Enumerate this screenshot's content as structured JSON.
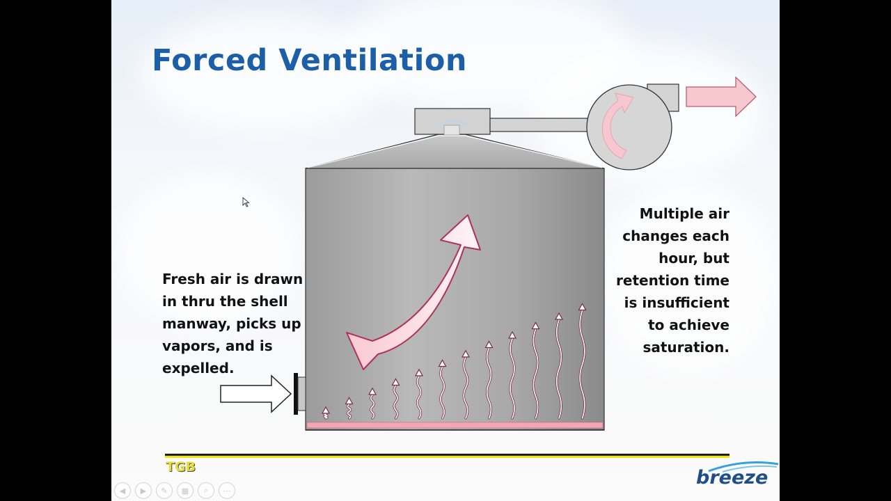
{
  "slide": {
    "title": "Forced Ventilation",
    "left_caption": "Fresh air is drawn\nin thru the shell\nmanway, picks up\nvapors, and is\nexpelled.",
    "right_caption": "Multiple air\nchanges each\nhour, but\nretention time\nis insufficient\nto achieve\nsaturation.",
    "footer_tag": "TGB",
    "logo_text": "breeze"
  },
  "nav_controls": [
    {
      "name": "prev-slide-button",
      "icon": "arrow-left-icon",
      "glyph": "◀"
    },
    {
      "name": "next-slide-button",
      "icon": "arrow-right-icon",
      "glyph": "▶"
    },
    {
      "name": "pen-tool-button",
      "icon": "pen-icon",
      "glyph": "✎"
    },
    {
      "name": "slides-view-button",
      "icon": "grid-icon",
      "glyph": "▦"
    },
    {
      "name": "zoom-button",
      "icon": "magnifier-icon",
      "glyph": "⌕"
    },
    {
      "name": "more-options-button",
      "icon": "ellipsis-icon",
      "glyph": "⋯"
    }
  ],
  "colors": {
    "title": "#1c5ea8",
    "tank_fill": "#a9a9a9",
    "flow_arrow_fill": "#fde4e8",
    "flow_arrow_stroke": "#b0305a",
    "vapor_floor": "#f4a6b4",
    "accent_yellow": "#f5e400",
    "logo_blue": "#1f4f86"
  }
}
